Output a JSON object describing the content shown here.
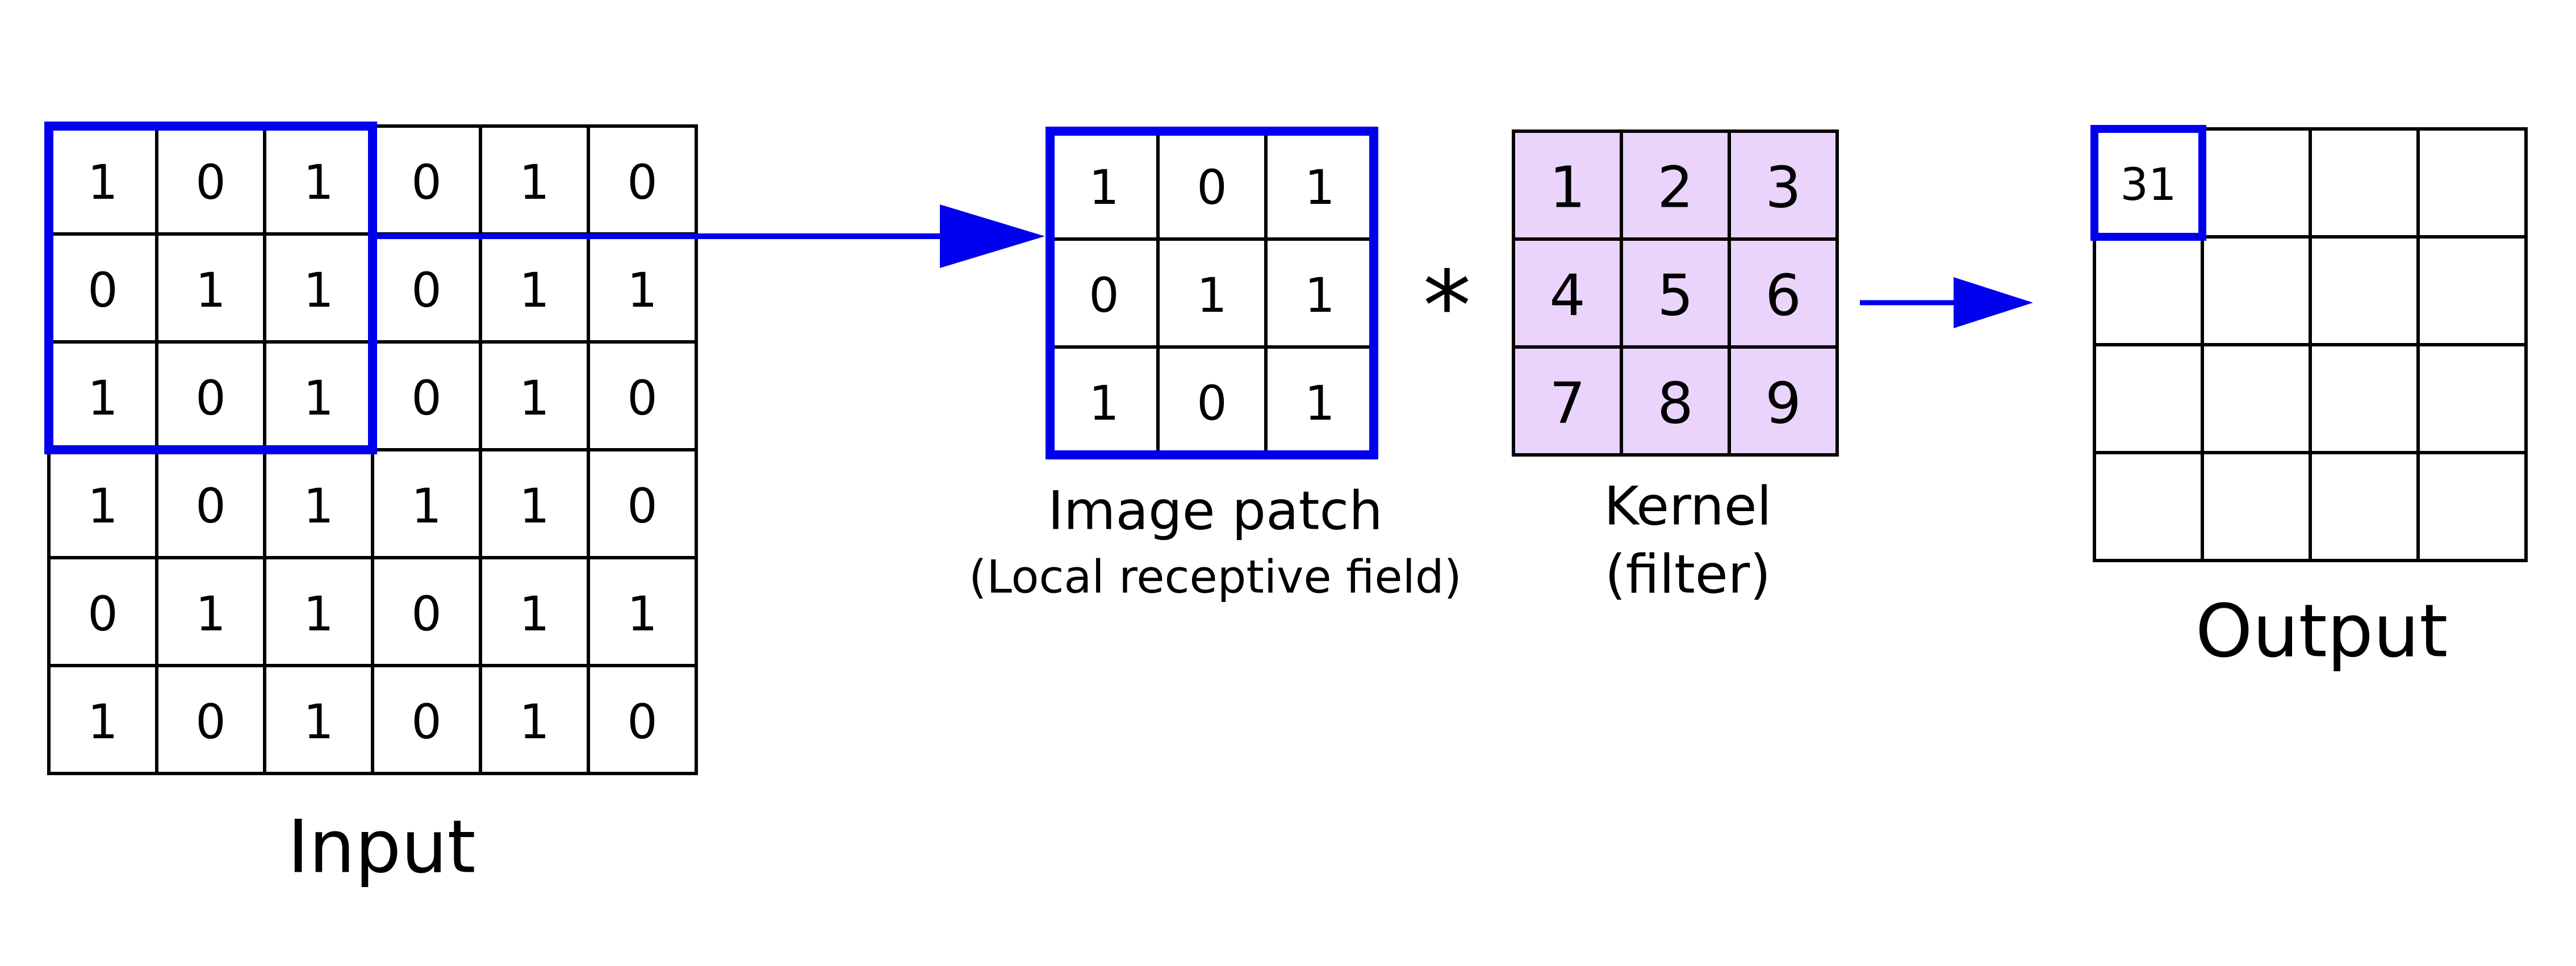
{
  "colors": {
    "highlight": "#0000ee",
    "kernel_fill": "#ead4fc",
    "grid": "#000000",
    "text": "#000000"
  },
  "input": {
    "caption": "Input",
    "values": [
      [
        "1",
        "0",
        "1",
        "0",
        "1",
        "0"
      ],
      [
        "0",
        "1",
        "1",
        "0",
        "1",
        "1"
      ],
      [
        "1",
        "0",
        "1",
        "0",
        "1",
        "0"
      ],
      [
        "1",
        "0",
        "1",
        "1",
        "1",
        "0"
      ],
      [
        "0",
        "1",
        "1",
        "0",
        "1",
        "1"
      ],
      [
        "1",
        "0",
        "1",
        "0",
        "1",
        "0"
      ]
    ]
  },
  "patch": {
    "caption": "Image patch",
    "subcaption": "(Local receptive field)",
    "values": [
      [
        "1",
        "0",
        "1"
      ],
      [
        "0",
        "1",
        "1"
      ],
      [
        "1",
        "0",
        "1"
      ]
    ]
  },
  "operator": "*",
  "kernel": {
    "caption_line1": "Kernel",
    "caption_line2": "(filter)",
    "values": [
      [
        "1",
        "2",
        "3"
      ],
      [
        "4",
        "5",
        "6"
      ],
      [
        "7",
        "8",
        "9"
      ]
    ]
  },
  "output": {
    "caption": "Output",
    "values": [
      [
        "31",
        "",
        "",
        ""
      ],
      [
        "",
        "",
        "",
        ""
      ],
      [
        "",
        "",
        "",
        ""
      ],
      [
        "",
        "",
        "",
        ""
      ]
    ]
  }
}
